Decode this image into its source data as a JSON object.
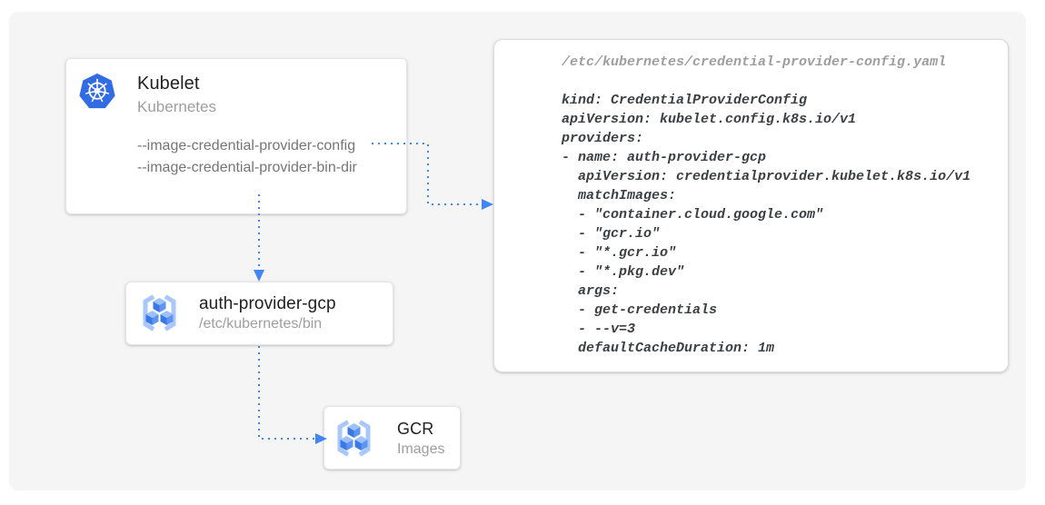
{
  "diagram": {
    "kubelet": {
      "title": "Kubelet",
      "subtitle": "Kubernetes",
      "flags": [
        "--image-credential-provider-config",
        "--image-credential-provider-bin-dir"
      ]
    },
    "auth_provider": {
      "title": "auth-provider-gcp",
      "subtitle": "/etc/kubernetes/bin"
    },
    "gcr": {
      "title": "GCR",
      "subtitle": "Images"
    },
    "config_file": {
      "path": "/etc/kubernetes/credential-provider-config.yaml",
      "lines": [
        "kind: CredentialProviderConfig",
        "apiVersion: kubelet.config.k8s.io/v1",
        "providers:",
        "- name: auth-provider-gcp",
        "  apiVersion: credentialprovider.kubelet.k8s.io/v1",
        "  matchImages:",
        "  - \"container.cloud.google.com\"",
        "  - \"gcr.io\"",
        "  - \"*.gcr.io\"",
        "  - \"*.pkg.dev\"",
        "  args:",
        "  - get-credentials",
        "  - --v=3",
        "  defaultCacheDuration: 1m"
      ]
    },
    "icons": {
      "kubelet": "kubernetes-wheel-icon",
      "auth_provider": "container-registry-icon",
      "gcr": "container-registry-icon"
    },
    "colors": {
      "arrow_blue": "#4285f4",
      "kubernetes_blue": "#326ce5",
      "registry_light_blue": "#a8c7fa",
      "code_text": "#3c4043",
      "muted_text": "#9e9e9e",
      "panel_background": "#f5f5f6"
    }
  }
}
